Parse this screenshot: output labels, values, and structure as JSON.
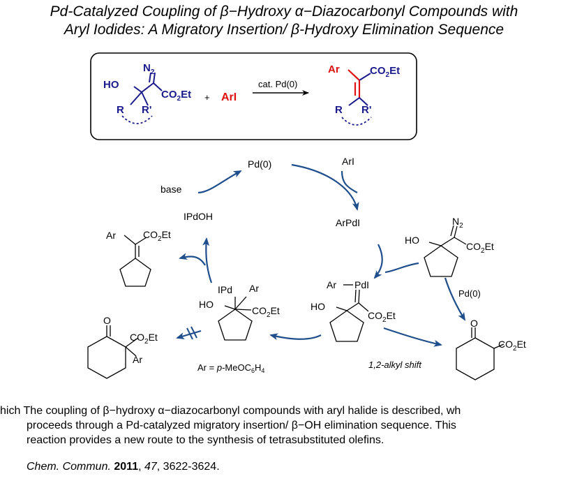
{
  "title": {
    "line1": "Pd-Catalyzed Coupling of β−Hydroxy α−Diazocarbonyl Compounds with",
    "line2": "Aryl Iodides: A Migratory Insertion/ β-Hydroxy Elimination Sequence"
  },
  "reaction_box": {
    "reactant": {
      "n2": "N",
      "n2_sub": "2",
      "ho": "HO",
      "ester": "CO",
      "ester_sub": "2",
      "ester_tail": "Et",
      "r": "R",
      "r2": "R'"
    },
    "plus": "+",
    "aryl_iodide": "ArI",
    "condition": "cat. Pd(0)",
    "product": {
      "ar": "Ar",
      "ester": "CO",
      "ester_sub": "2",
      "ester_tail": "Et",
      "r": "R",
      "r2": "R'"
    },
    "colors": {
      "structure": "#1a1a8c",
      "highlight": "#e01010"
    }
  },
  "cycle": {
    "pd0": "Pd(0)",
    "ari": "ArI",
    "arpdi": "ArPdI",
    "ipdoh": "IPdOH",
    "base": "base",
    "arrow_color": "#1f4e8c",
    "substrate": {
      "ho": "HO",
      "n2": "N",
      "n2_sub": "2",
      "ester": "CO",
      "ester_sub": "2",
      "ester_tail": "Et"
    },
    "carbene": {
      "ar": "Ar",
      "pdi": "PdI",
      "ho": "HO",
      "ester": "CO",
      "ester_sub": "2",
      "ester_tail": "Et"
    },
    "insertion": {
      "ipd": "IPd",
      "ar": "Ar",
      "ho": "HO",
      "ester": "CO",
      "ester_sub": "2",
      "ester_tail": "Et"
    },
    "olefin": {
      "ar": "Ar",
      "ester": "CO",
      "ester_sub": "2",
      "ester_tail": "Et"
    },
    "ketoester_ar": {
      "o": "O",
      "ester": "CO",
      "ester_sub": "2",
      "ester_tail": "Et",
      "ar": "Ar"
    },
    "ketoester": {
      "o": "O",
      "ester": "CO",
      "ester_sub": "2",
      "ester_tail": "Et"
    },
    "pd0_label": "Pd(0)",
    "shift_label": "1,2-alkyl shift",
    "ar_def": {
      "prefix": "Ar = ",
      "p": "p",
      "rest": "-MeOC",
      "sub1": "6",
      "h": "H",
      "sub2": "4"
    }
  },
  "description": {
    "line1_lead": "hich ",
    "line1": "The coupling of β−hydroxy α−diazocarbonyl compounds with aryl halide is described, wh",
    "line2": "proceeds through a Pd-catalyzed migratory insertion/ β−OH elimination sequence. This",
    "line3": "reaction provides a new route to the synthesis of tetrasubstituted olefins."
  },
  "citation": {
    "journal": "Chem. Commun.",
    "year": "2011",
    "sep1": ", ",
    "volume": "47",
    "pages": ", 3622-3624."
  }
}
